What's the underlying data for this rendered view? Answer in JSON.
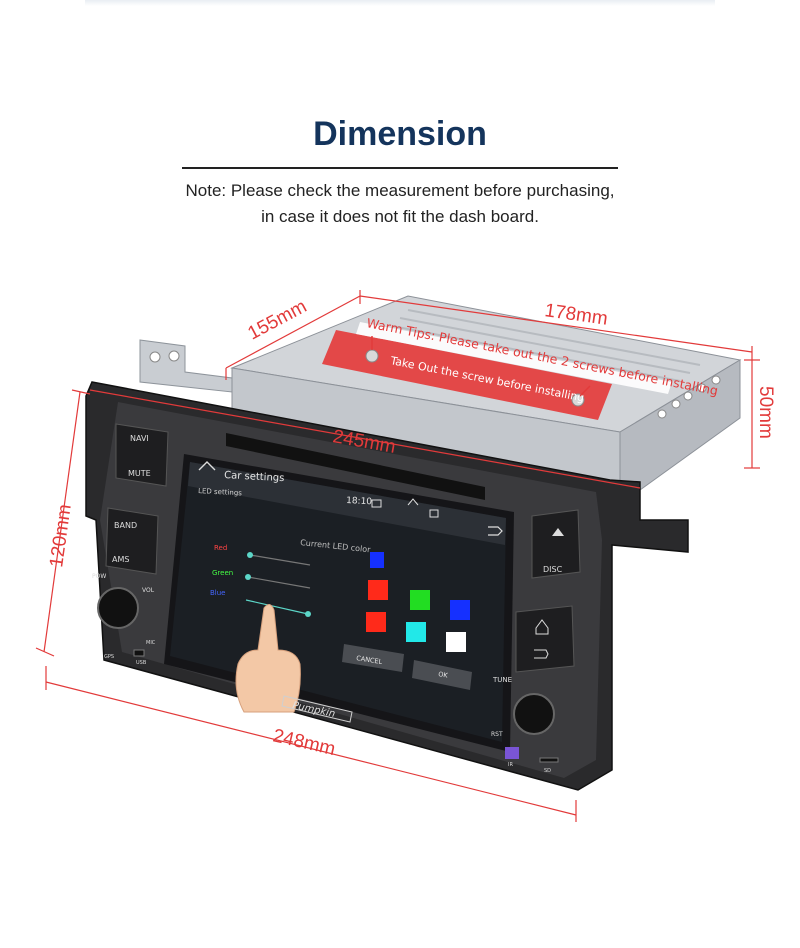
{
  "header": {
    "title": "Dimension",
    "note_line1": "Note: Please check the measurement before purchasing,",
    "note_line2": "in case it does not fit the dash board."
  },
  "dimensions": {
    "depth": "155mm",
    "chassis_width": "178mm",
    "chassis_height": "50mm",
    "screen_width": "245mm",
    "panel_height": "120mm",
    "panel_width": "248mm"
  },
  "warning": {
    "tip": "Warm Tips: Please take out the 2 screws before installing",
    "sticker": "Take Out the screw before installing"
  },
  "buttons": {
    "navi": "NAVI",
    "mute": "MUTE",
    "band": "BAND",
    "ams": "AMS",
    "disc": "DISC",
    "pow": "POW",
    "vol": "VOL",
    "tune": "TUNE",
    "rst": "RST",
    "gps": "GPS",
    "usb": "USB",
    "mic": "MIC",
    "ir": "IR",
    "sd": "SD"
  },
  "screen": {
    "app_title": "Car settings",
    "section": "LED settings",
    "time": "18:10",
    "panel_title": "Current LED color",
    "red_label": "Red",
    "green_label": "Green",
    "blue_label": "Blue",
    "cancel": "CANCEL",
    "ok": "OK"
  },
  "brand": {
    "logo": "Pumpkin"
  },
  "colors": {
    "accent_red": "#e23a3a",
    "title_navy": "#14345c",
    "swatch_red": "#ff2a1a",
    "swatch_green": "#22dd22",
    "swatch_blue": "#1530ff",
    "swatch_cyan": "#22e8e8",
    "swatch_white": "#ffffff"
  }
}
